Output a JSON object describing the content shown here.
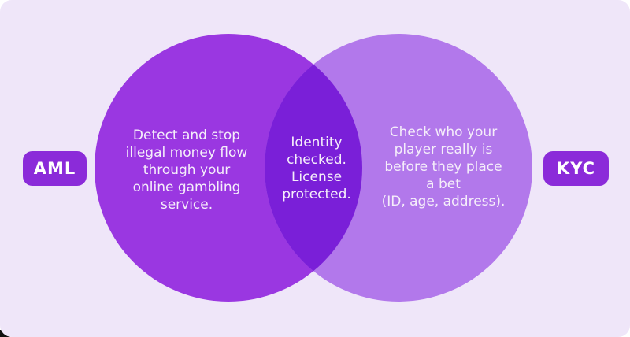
{
  "colors": {
    "canvas-bg": "#efe6f9",
    "left-circle": "#9a37e1",
    "right-circle": "#b278eb",
    "overlap": "#7a1fd8",
    "badge-bg": "#8b2bd9",
    "text-light": "#f5eefa"
  },
  "venn": {
    "left": {
      "label": "AML",
      "text": "Detect and stop\nillegal money flow\nthrough your\nonline gambling\nservice."
    },
    "overlap": {
      "text": "Identity\nchecked.\nLicense\nprotected."
    },
    "right": {
      "label": "KYC",
      "text": "Check who your\nplayer really is\nbefore they place\na bet\n(ID, age, address)."
    }
  }
}
